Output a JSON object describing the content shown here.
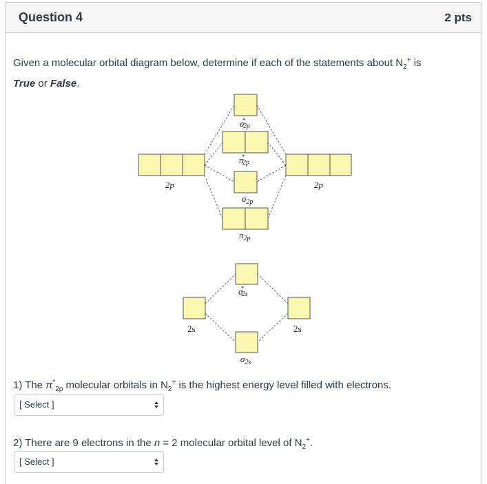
{
  "header": {
    "title": "Question 4",
    "points": "2 pts"
  },
  "prompt": {
    "line_before": "Given a molecular orbital diagram below, determine if each of the statements about N",
    "sub": "2",
    "sup": "+",
    "line_after": " is",
    "true_word": "True",
    "or_word": " or ",
    "false_word": "False",
    "period": "."
  },
  "diagram": {
    "left_atom_label": "2p",
    "right_atom_label": "2p",
    "left_2s_label": "2s",
    "right_2s_label": "2s",
    "orbitals": {
      "sigma_star_2p": {
        "symbol": "σ",
        "sup": "*",
        "sub": "2p"
      },
      "pi_star_2p": {
        "symbol": "π",
        "sup": "*",
        "sub": "2p"
      },
      "sigma_2p": {
        "symbol": "σ",
        "sub": "2p"
      },
      "pi_2p": {
        "symbol": "π",
        "sub": "2p"
      },
      "sigma_star_2s": {
        "symbol": "σ",
        "sup": "*",
        "sub": "2s"
      },
      "sigma_2s": {
        "symbol": "σ",
        "sub": "2s"
      }
    },
    "box_fill": "#fbf7b0",
    "box_stroke": "#555555"
  },
  "questions": [
    {
      "number": "1)",
      "text_a": " The ",
      "symbol": "π",
      "sup": "*",
      "sub": "2p",
      "text_b": " molecular orbitals in N",
      "mol_sub": "2",
      "mol_sup": "+",
      "text_c": " is the highest energy level filled with electrons.",
      "select_value": "[ Select ]"
    },
    {
      "number": "2)",
      "text_a": " There are 9 electrons in the ",
      "n_var": "n",
      "text_b": " = 2 molecular orbital level of N",
      "mol_sub": "2",
      "mol_sup": "+",
      "text_c": ".",
      "select_value": "[ Select ]"
    }
  ]
}
